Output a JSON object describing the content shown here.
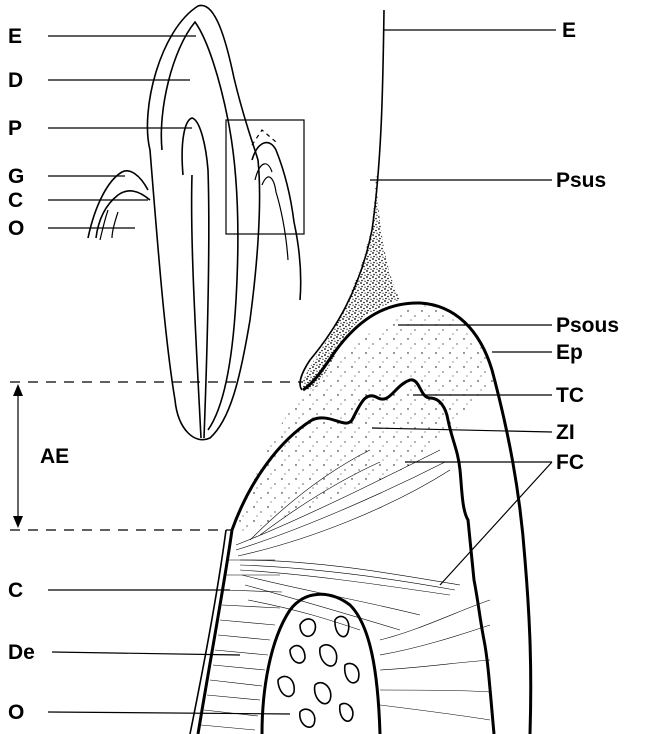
{
  "labels": {
    "left": {
      "e": "E",
      "d": "D",
      "p": "P",
      "g": "G",
      "c_top": "C",
      "o_top": "O",
      "ae": "AE",
      "c_bottom": "C",
      "de": "De",
      "o_bottom": "O"
    },
    "right": {
      "e": "E",
      "psus": "Psus",
      "psous": "Psous",
      "ep": "Ep",
      "tc": "TC",
      "zi": "ZI",
      "fc": "FC"
    }
  }
}
